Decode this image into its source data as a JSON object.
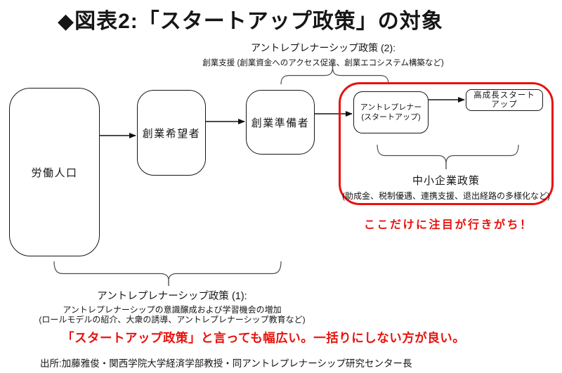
{
  "title": "◆図表2:「スタートアップ政策」の対象",
  "policy2": {
    "heading": "アントレプレナーシップ政策 (2):",
    "detail": "創業支援 (創業資金へのアクセス促進、創業エコシステム構築など)"
  },
  "boxes": {
    "labor": "労働人口",
    "aspiring": "創業希望者",
    "preparing": "創業準備者",
    "entrepreneur_line1": "アントレプレナー",
    "entrepreneur_line2": "(スタートアップ)",
    "high_growth_line1": "高成長スタート",
    "high_growth_line2": "アップ"
  },
  "sme_policy": {
    "heading": "中小企業政策",
    "detail": "(助成金、税制優遇、連携支援、退出経路の多様化など)"
  },
  "policy1": {
    "heading": "アントレプレナーシップ政策 (1):",
    "detail1": "アントレプレナーシップの意識醸成および学習機会の増加",
    "detail2": "(ロールモデルの紹介、大衆の誘導、アントレプレナーシップ教育など)"
  },
  "notes": {
    "attention": "ここだけに注目が行きがち！",
    "conclusion": "「スタートアップ政策」と言っても幅広い。一括りにしない方が良い。"
  },
  "source": "出所:加藤雅俊・関西学院大学経済学部教授・同アントレプレナーシップ研究センター長",
  "colors": {
    "accent_red": "#e8120c",
    "box_stroke": "#161616",
    "brace_stroke": "#4d4d4d"
  }
}
